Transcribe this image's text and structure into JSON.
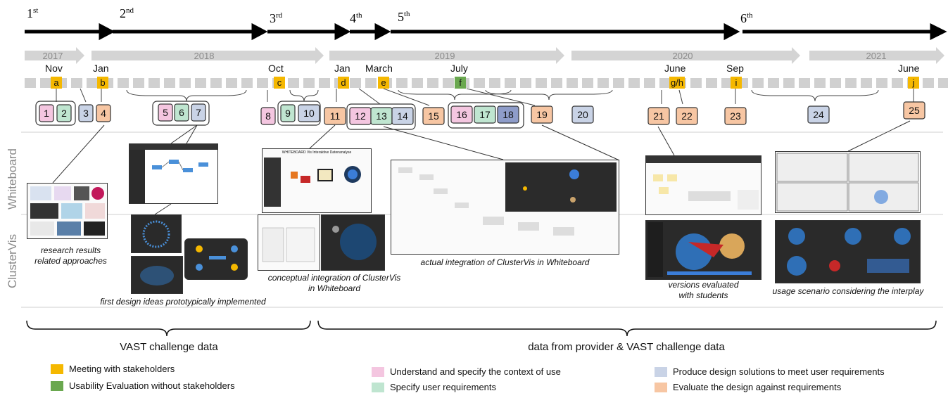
{
  "phases": [
    {
      "num": "1",
      "sup": "st"
    },
    {
      "num": "2",
      "sup": "nd"
    },
    {
      "num": "3",
      "sup": "rd"
    },
    {
      "num": "4",
      "sup": "th"
    },
    {
      "num": "5",
      "sup": "th"
    },
    {
      "num": "6",
      "sup": "th"
    }
  ],
  "years": [
    "2017",
    "2018",
    "2019",
    "2020",
    "2021"
  ],
  "months": [
    "Nov",
    "Jan",
    "Oct",
    "Jan",
    "March",
    "July",
    "June",
    "Sep",
    "June"
  ],
  "meetings": [
    "a",
    "b",
    "c",
    "d",
    "e",
    "f",
    "g/h",
    "i",
    "j"
  ],
  "steps": [
    "1",
    "2",
    "3",
    "4",
    "5",
    "6",
    "7",
    "8",
    "9",
    "10",
    "11",
    "12",
    "13",
    "14",
    "15",
    "16",
    "17",
    "18",
    "19",
    "20",
    "21",
    "22",
    "23",
    "24",
    "25"
  ],
  "rows": {
    "whiteboard": "Whiteboard",
    "clustervis": "ClusterVis"
  },
  "captions": {
    "research": "research results related approaches",
    "research_l1": "research results",
    "research_l2": "related approaches",
    "first_design": "first design ideas prototypically implemented",
    "conceptual_l1": "conceptual integration of ClusterVis",
    "conceptual_l2": "in Whiteboard",
    "actual": "actual integration of ClusterVis in Whiteboard",
    "versions_l1": "versions evaluated",
    "versions_l2": "with students",
    "usage": "usage scenario considering the interplay"
  },
  "braces": {
    "left": "VAST challenge data",
    "right": "data from provider & VAST challenge data"
  },
  "legend": {
    "meeting": "Meeting with stakeholders",
    "usability": "Usability Evaluation without stakeholders",
    "understand": "Understand and specify the context of use",
    "specify": "Specify user requirements",
    "produce": "Produce design solutions to meet user requirements",
    "evaluate": "Evaluate the design against requirements"
  },
  "colors": {
    "meeting": "#f5b800",
    "usability": "#6aa84f",
    "understand": "#f4c6e0",
    "specify": "#bfe5d0",
    "produce": "#c9d3e6",
    "evaluate": "#f7c6a3",
    "dark_produce": "#8e9cc9",
    "timeline_gray": "#d0d0d0"
  },
  "thumb_labels": {
    "whiteboard_title": "WHITEBOARD Vis Interaktive Datenanalyse"
  }
}
